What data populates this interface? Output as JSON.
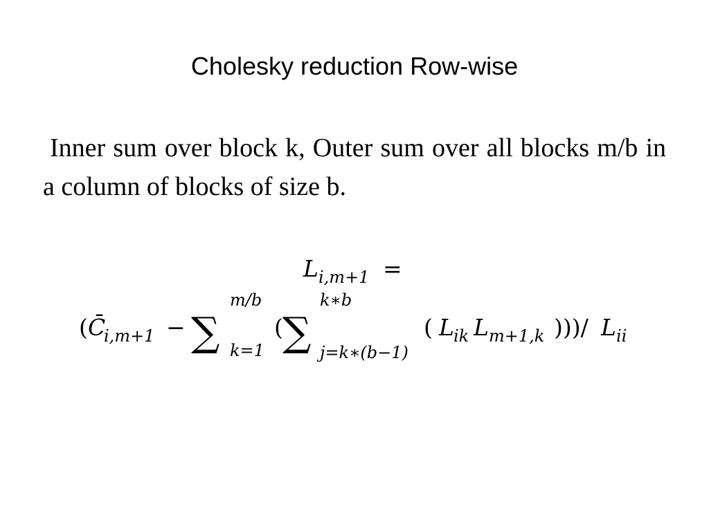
{
  "slide": {
    "title": "Cholesky reduction Row-wise",
    "body": "Inner sum over block  k, Outer sum over all blocks m/b in a column of blocks of size b."
  },
  "formula": {
    "lhs": {
      "symbol": "L",
      "subscript": "i,m+1",
      "equals": "="
    },
    "rhs": {
      "open_paren": "(",
      "c_symbol": "C̄",
      "c_subscript": "i,m+1",
      "minus": "−",
      "outer_sum": "∑",
      "outer_upper": "m/b",
      "outer_lower": "k=1",
      "inner_open_paren": "(",
      "inner_sum": "∑",
      "inner_upper": "k∗b",
      "inner_lower": "j=k∗(b−1)",
      "term_open_paren": "(",
      "l_ik_symbol": "L",
      "l_ik_subscript": "ik",
      "l_m_symbol": "L",
      "l_m_subscript": "m+1,k",
      "close_parens": ")))/",
      "l_ii_symbol": "L",
      "l_ii_subscript": "ii"
    }
  }
}
